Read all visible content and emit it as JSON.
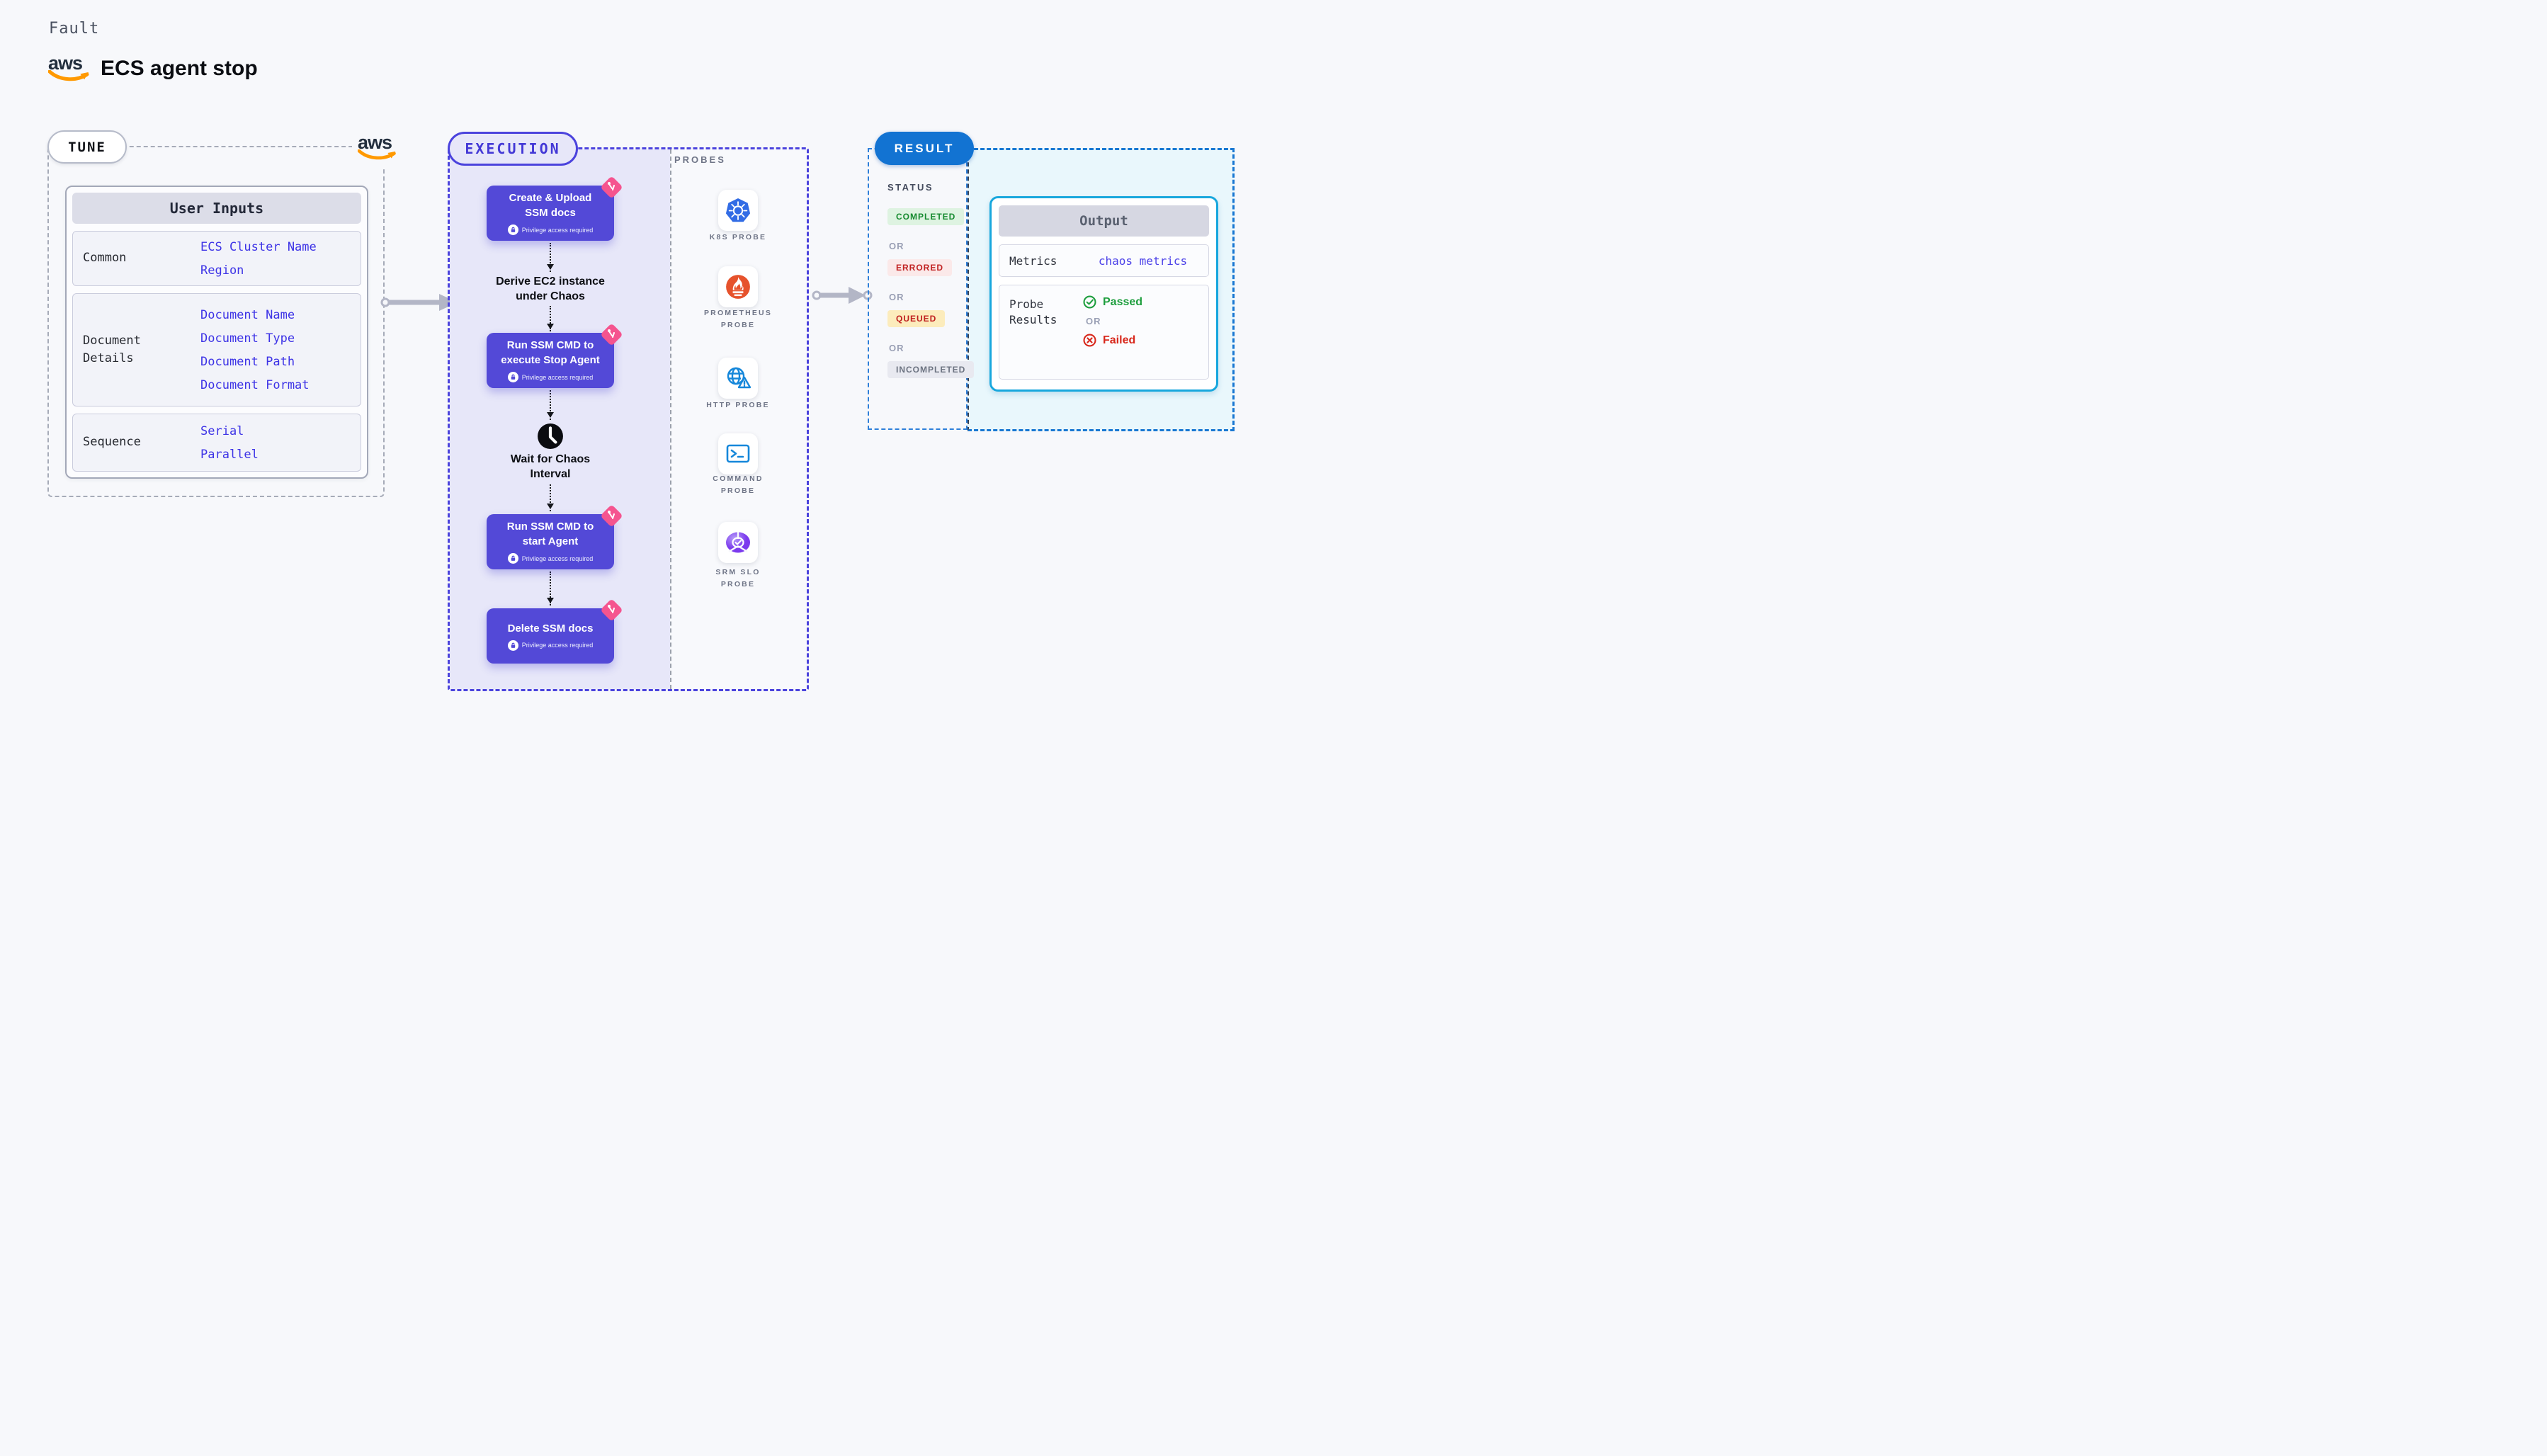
{
  "header": {
    "eyebrow": "Fault",
    "title": "ECS agent stop",
    "aws_logo_text": "aws"
  },
  "tune": {
    "pill": "TUNE",
    "table_header": "User Inputs",
    "rows": [
      {
        "label": "Common",
        "values": [
          "ECS Cluster Name",
          "Region"
        ]
      },
      {
        "label": "Document Details",
        "values": [
          "Document Name",
          "Document Type",
          "Document Path",
          "Document Format"
        ]
      },
      {
        "label": "Sequence",
        "values": [
          "Serial",
          "Parallel"
        ]
      }
    ]
  },
  "execution": {
    "pill": "EXECUTION",
    "privilege_label": "Privilege access required",
    "nodes": [
      {
        "title_line1": "Create & Upload",
        "title_line2": "SSM docs"
      },
      {
        "title_line1": "Run SSM CMD to",
        "title_line2": "execute Stop Agent"
      },
      {
        "title_line1": "Run SSM CMD to",
        "title_line2": "start Agent"
      },
      {
        "title_line1": "Delete SSM docs"
      }
    ],
    "derive_step": {
      "line1": "Derive EC2 instance",
      "line2": "under Chaos"
    },
    "wait_step": {
      "line1": "Wait for Chaos",
      "line2": "Interval"
    }
  },
  "probes": {
    "heading": "PROBES",
    "items": [
      {
        "label_line1": "K8S PROBE",
        "label_line2": "",
        "icon": "kubernetes-icon"
      },
      {
        "label_line1": "PROMETHEUS",
        "label_line2": "PROBE",
        "icon": "prometheus-icon"
      },
      {
        "label_line1": "HTTP PROBE",
        "label_line2": "",
        "icon": "http-globe-icon"
      },
      {
        "label_line1": "COMMAND",
        "label_line2": "PROBE",
        "icon": "terminal-icon"
      },
      {
        "label_line1": "SRM SLO",
        "label_line2": "PROBE",
        "icon": "srm-slo-icon"
      }
    ]
  },
  "result": {
    "pill": "RESULT",
    "status_heading": "STATUS",
    "or_label": "OR",
    "statuses": [
      {
        "label": "COMPLETED",
        "text_color": "#168a2f",
        "bg_color": "#def3e1"
      },
      {
        "label": "ERRORED",
        "text_color": "#c12222",
        "bg_color": "#fbe9e9"
      },
      {
        "label": "QUEUED",
        "text_color": "#bf1e1e",
        "bg_color": "#fcecbc"
      },
      {
        "label": "INCOMPLETED",
        "text_color": "#6b7280",
        "bg_color": "#e8e9f0"
      }
    ],
    "output": {
      "header": "Output",
      "metrics_label": "Metrics",
      "metrics_value": "chaos metrics",
      "probe_results_line1": "Probe",
      "probe_results_line2": "Results",
      "passed": "Passed",
      "failed": "Failed"
    }
  },
  "colors": {
    "node_purple": "#5349d7",
    "execution_accent": "#4b43dd",
    "result_accent": "#1273d2",
    "output_border": "#18a7dd",
    "link_blue": "#3d33e6",
    "aws_orange": "#ff9900",
    "chaos_pink": "#f5548f",
    "passed_green": "#1e9e3e",
    "failed_red": "#d8281c"
  }
}
